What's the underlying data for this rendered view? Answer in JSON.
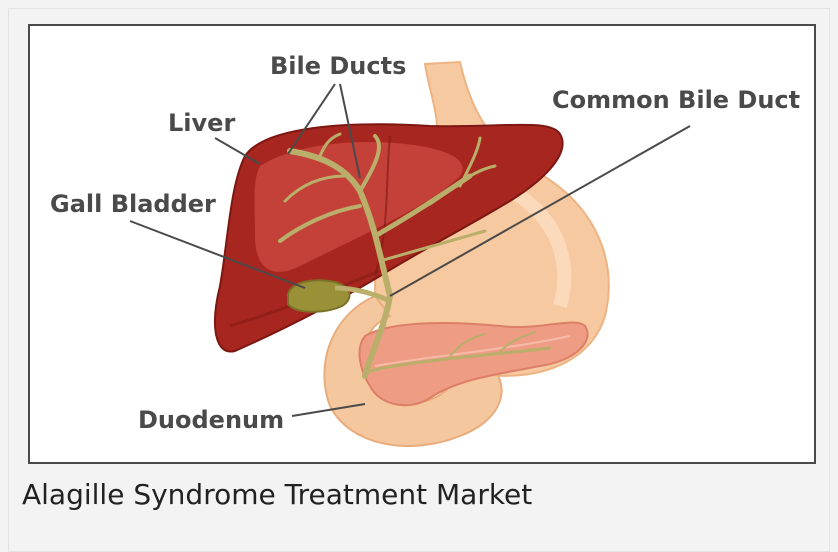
{
  "diagram": {
    "labels": {
      "bile_ducts": "Bile Ducts",
      "common_bile_duct": "Common Bile Duct",
      "liver": "Liver",
      "gall_bladder": "Gall Bladder",
      "duodenum": "Duodenum"
    },
    "colors": {
      "liver": "#a7261f",
      "liver_highlight": "#c9473e",
      "bile_ducts": "#b9ae6a",
      "gall_bladder": "#9a9038",
      "stomach": "#f7c9a0",
      "duodenum": "#f5c79e",
      "pancreas": "#ee9d84",
      "label": "#4a4a4a"
    }
  },
  "caption": "Alagille Syndrome Treatment Market"
}
